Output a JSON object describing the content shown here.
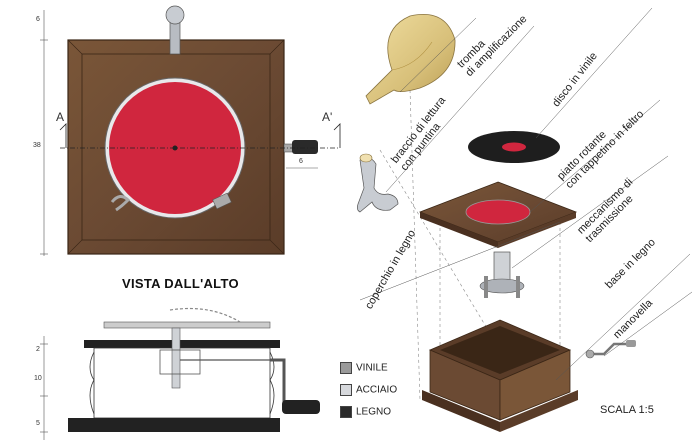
{
  "top_view": {
    "title": "VISTA DALL'ALTO",
    "section_left": "A",
    "section_right": "A'"
  },
  "dimensions": {
    "top": "6",
    "height": "38",
    "crank": "6",
    "side_a": "2",
    "side_b": "10",
    "side_c": "5"
  },
  "callouts": {
    "horn": [
      "tromba",
      "di amplificazione"
    ],
    "record": "disco in vinile",
    "arm": [
      "braccio di lettura",
      "con puntina"
    ],
    "platter": [
      "piatto rotante",
      "con tappetino in feltro"
    ],
    "mechanism": [
      "meccanismo di",
      "trasmissione"
    ],
    "lid": "coperchio in legno",
    "base": "base in legno",
    "crank": "manovella"
  },
  "legend": [
    {
      "label": "VINILE",
      "color": "#9a9a9a"
    },
    {
      "label": "ACCIAIO",
      "color": "#d6d8dc"
    },
    {
      "label": "LEGNO",
      "color": "#2a2a2a"
    }
  ],
  "scale": "SCALA 1:5",
  "colors": {
    "wood": "#6b4a33",
    "wood_dark": "#4a3020",
    "felt": "#d0263e",
    "steel": "#b8bcc2",
    "brass": "#d8c07a"
  }
}
